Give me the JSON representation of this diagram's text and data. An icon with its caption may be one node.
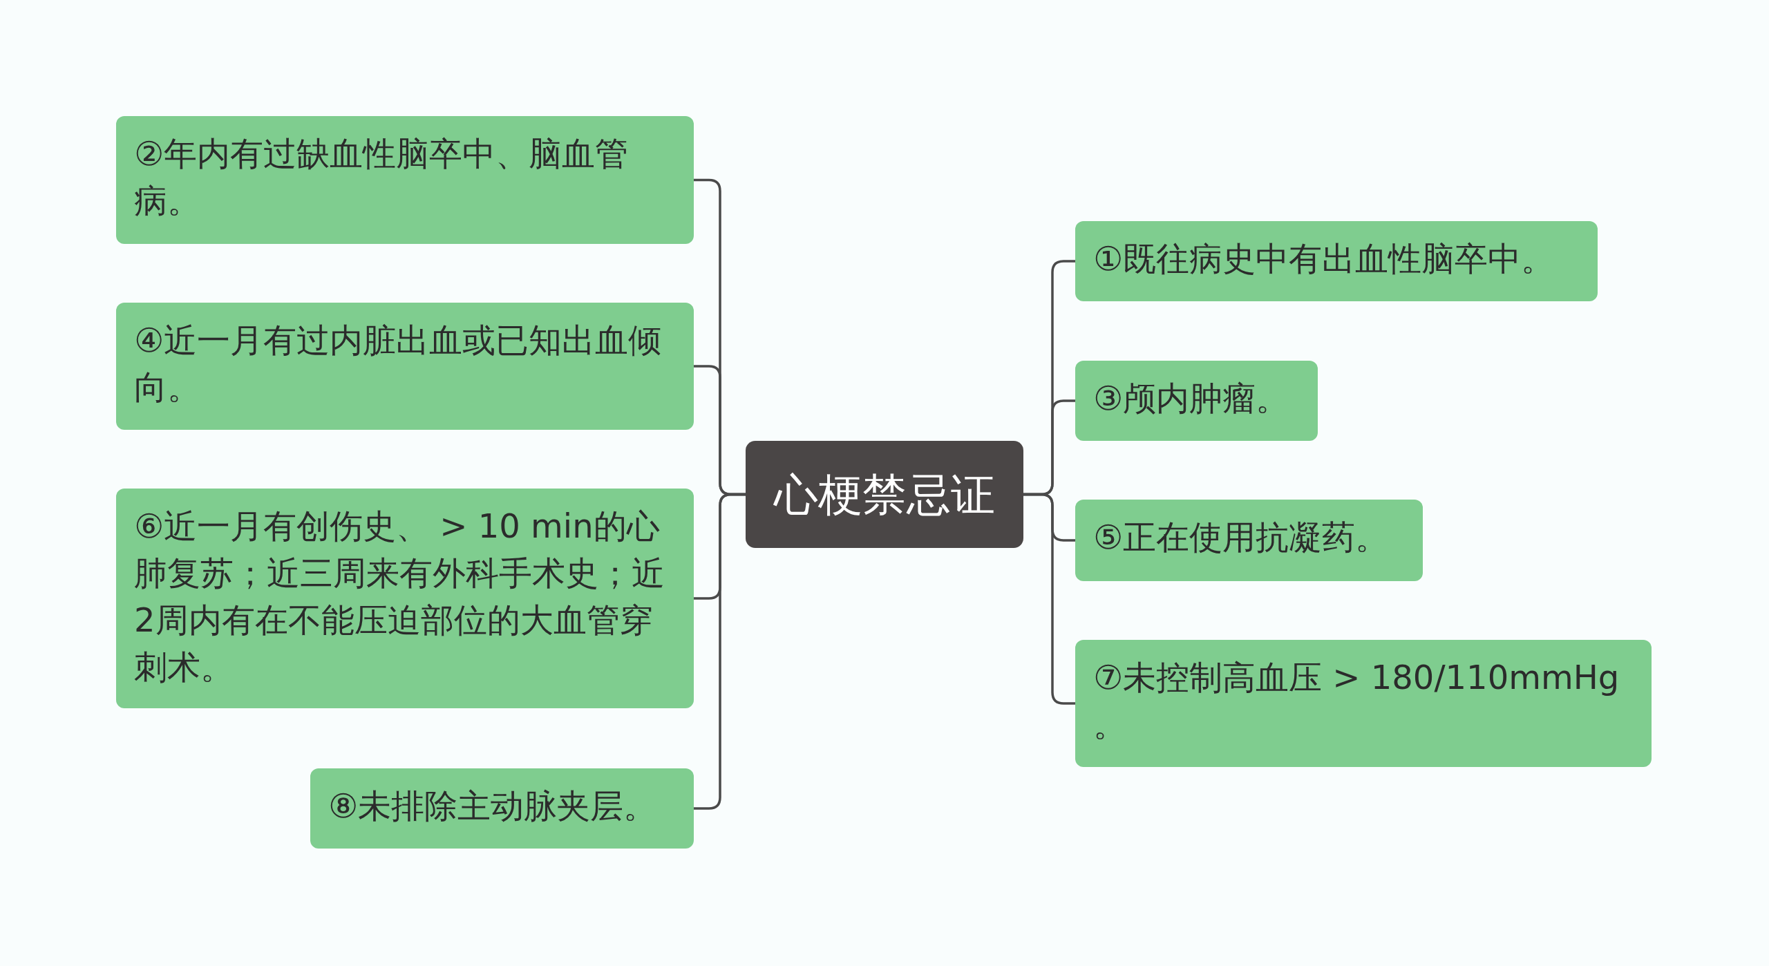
{
  "diagram": {
    "nodes": [
      {
        "text": [
          "心梗禁忌证"
        ]
      },
      {
        "text": [
          "②年内有过缺血性脑卒中、脑血管病。"
        ]
      },
      {
        "text": [
          "④近一月有过内脏出血或已知出血倾向。"
        ]
      },
      {
        "text": [
          "⑥近一月有创伤史、 > 10 min的心肺复苏；近三周来有外科手术史；近2周内有在不能压迫部位的大血管穿刺术。"
        ]
      },
      {
        "text": [
          "⑧未排除主动脉夹层。"
        ]
      },
      {
        "text": [
          "①既往病史中有出血性脑卒中。"
        ]
      },
      {
        "text": [
          "③颅内肿瘤。"
        ]
      },
      {
        "text": [
          "⑤正在使用抗凝药。"
        ]
      },
      {
        "text": [
          "⑦未控制高血压 > 180/110mmHg 。"
        ]
      }
    ],
    "edges": [
      {
        "from": 0,
        "to": 1,
        "arrow": "none"
      },
      {
        "from": 0,
        "to": 2,
        "arrow": "none"
      },
      {
        "from": 0,
        "to": 3,
        "arrow": "none"
      },
      {
        "from": 0,
        "to": 4,
        "arrow": "none"
      },
      {
        "from": 0,
        "to": 5,
        "arrow": "none"
      },
      {
        "from": 0,
        "to": 6,
        "arrow": "none"
      },
      {
        "from": 0,
        "to": 7,
        "arrow": "none"
      },
      {
        "from": 0,
        "to": 8,
        "arrow": "none"
      }
    ]
  }
}
